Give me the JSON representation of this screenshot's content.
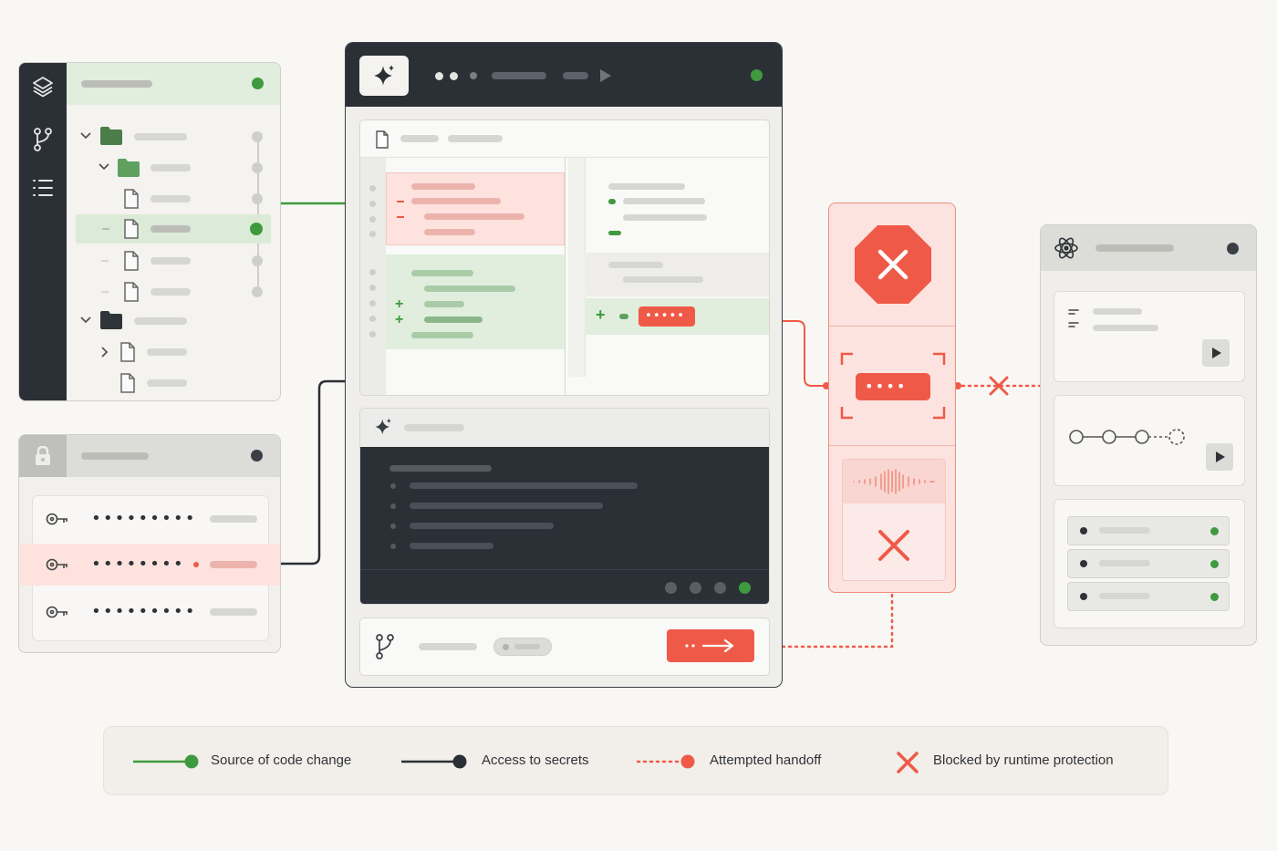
{
  "legend": {
    "source": "Source of code change",
    "secrets": "Access to secrets",
    "handoff": "Attempted handoff",
    "blocked": "Blocked by runtime protection"
  },
  "masked_secrets": {
    "vault_row_1": "•••••••••",
    "vault_row_2": "••••••••",
    "vault_row_3": "•••••••••",
    "diff_token": "•••••",
    "intercepted_token": "••••"
  },
  "colors": {
    "source_green": "#3f9a3f",
    "secrets_dark": "#2a2f35",
    "handoff_red": "#ef5a48",
    "blocked_red": "#ef5a48",
    "dark_chrome": "#2b3036",
    "alert_panel_bg": "#fde3df"
  },
  "icons": {
    "file_tree_sidebar": [
      "layers-icon",
      "branch-icon",
      "list-icon"
    ],
    "editor_header": "sparkle-icon",
    "vault_header": "lock-icon",
    "vault_rows": "key-icon",
    "commit_bar": "branch-icon",
    "runtime_header": "atom-icon",
    "blocked": [
      "stop-octagon-icon",
      "x-icon",
      "waveform-icon"
    ]
  }
}
